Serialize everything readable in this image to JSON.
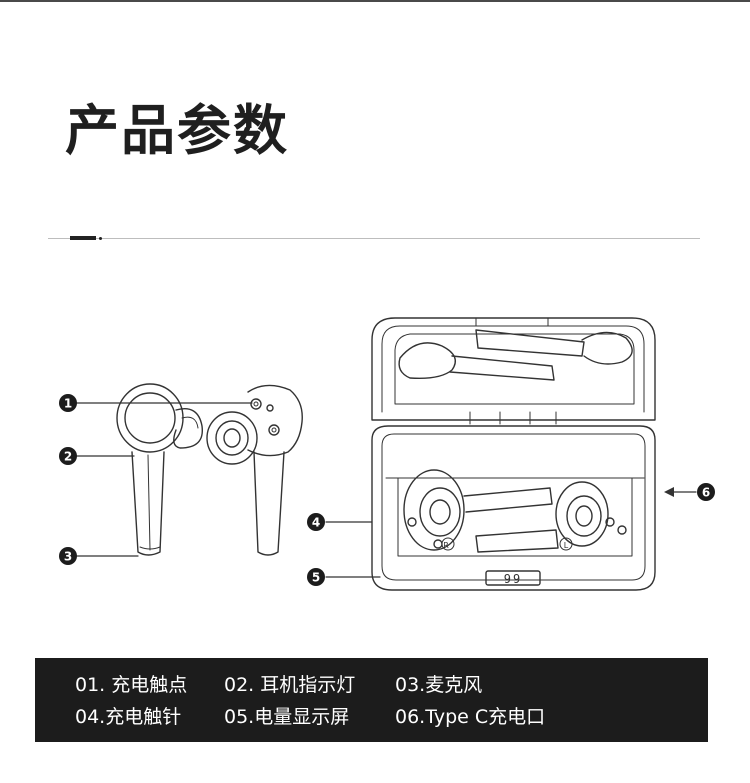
{
  "title": "产品参数",
  "markers": [
    "1",
    "2",
    "3",
    "4",
    "5",
    "6"
  ],
  "display_digits": "99",
  "case_labels": {
    "right": "R",
    "left": "L"
  },
  "legend": [
    {
      "text": "01. 充电触点"
    },
    {
      "text": "02. 耳机指示灯"
    },
    {
      "text": "03.麦克风"
    },
    {
      "text": "04.充电触针"
    },
    {
      "text": "05.电量显示屏"
    },
    {
      "text": "06.Type C充电口"
    }
  ],
  "colors": {
    "line": "#333333",
    "legend_bg": "#1c1c1c",
    "legend_text": "#ffffff"
  }
}
